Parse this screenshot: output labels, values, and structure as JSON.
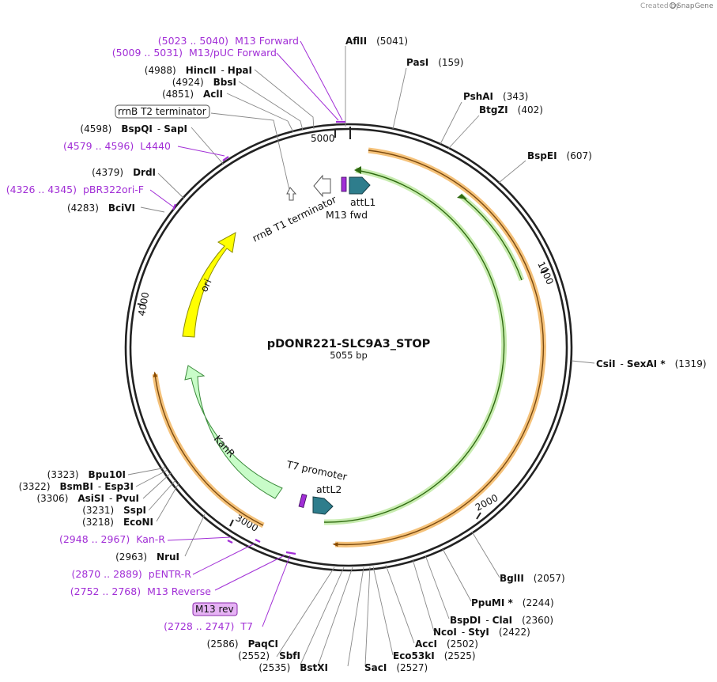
{
  "credit": {
    "created_by": "Created by",
    "brand": "SnapGene"
  },
  "plasmid": {
    "name": "pDONR221-SLC9A3_STOP",
    "size": "5055 bp"
  },
  "ticks": [
    "1000",
    "2000",
    "3000",
    "4000",
    "5000"
  ],
  "sites": [
    {
      "pos": "(5041)",
      "names": [
        "AflII"
      ]
    },
    {
      "pos": "(159)",
      "names": [
        "PasI"
      ]
    },
    {
      "pos": "(343)",
      "names": [
        "PshAI"
      ]
    },
    {
      "pos": "(402)",
      "names": [
        "BtgZI"
      ]
    },
    {
      "pos": "(607)",
      "names": [
        "BspEI"
      ]
    },
    {
      "pos": "(1319)",
      "names": [
        "CsiI",
        "SexAI *"
      ]
    },
    {
      "pos": "(2057)",
      "names": [
        "BglII"
      ]
    },
    {
      "pos": "(2244)",
      "names": [
        "PpuMI *"
      ]
    },
    {
      "pos": "(2360)",
      "names": [
        "BspDI",
        "ClaI"
      ]
    },
    {
      "pos": "(2422)",
      "names": [
        "NcoI",
        "StyI"
      ]
    },
    {
      "pos": "(2502)",
      "names": [
        "AccI"
      ]
    },
    {
      "pos": "(2525)",
      "names": [
        "Eco53kI"
      ]
    },
    {
      "pos": "(2527)",
      "names": [
        "SacI"
      ]
    },
    {
      "pos": "(2535)",
      "names": [
        "BstXI"
      ]
    },
    {
      "pos": "(2552)",
      "names": [
        "SbfI"
      ]
    },
    {
      "pos": "(2586)",
      "names": [
        "PaqCI"
      ]
    },
    {
      "pos": "(2963)",
      "names": [
        "NruI"
      ]
    },
    {
      "pos": "(3218)",
      "names": [
        "EcoNI"
      ]
    },
    {
      "pos": "(3231)",
      "names": [
        "SspI"
      ]
    },
    {
      "pos": "(3306)",
      "names": [
        "AsiSI",
        "PvuI"
      ]
    },
    {
      "pos": "(3322)",
      "names": [
        "BsmBI",
        "Esp3I"
      ]
    },
    {
      "pos": "(3323)",
      "names": [
        "Bpu10I"
      ]
    },
    {
      "pos": "(4283)",
      "names": [
        "BciVI"
      ]
    },
    {
      "pos": "(4379)",
      "names": [
        "DrdI"
      ]
    },
    {
      "pos": "(4598)",
      "names": [
        "BspQI",
        "SapI"
      ]
    },
    {
      "pos": "(4851)",
      "names": [
        "AclI"
      ]
    },
    {
      "pos": "(4924)",
      "names": [
        "BbsI"
      ]
    },
    {
      "pos": "(4988)",
      "names": [
        "HincII",
        "HpaI"
      ]
    }
  ],
  "primers": [
    {
      "range": "(5023 .. 5040)",
      "name": "M13 Forward"
    },
    {
      "range": "(5009 .. 5031)",
      "name": "M13/pUC Forward"
    },
    {
      "range": "(4579 .. 4596)",
      "name": "L4440"
    },
    {
      "range": "(4326 .. 4345)",
      "name": "pBR322ori-F"
    },
    {
      "range": "(2948 .. 2967)",
      "name": "Kan-R"
    },
    {
      "range": "(2870 .. 2889)",
      "name": "pENTR-R"
    },
    {
      "range": "(2752 .. 2768)",
      "name": "M13 Reverse"
    },
    {
      "range": "(2728 .. 2747)",
      "name": "T7"
    }
  ],
  "boxed_labels": {
    "rrnb_t2": "rrnB T2 terminator",
    "m13_rev": "M13 rev"
  },
  "features": {
    "rrnb_t1": "rrnB T1 terminator",
    "attl1": "attL1",
    "m13_fwd": "M13 fwd",
    "ori": "ori",
    "kanr": "KanR",
    "t7_promoter": "T7 promoter",
    "attl2": "attL2"
  },
  "colors": {
    "ori": "#ffff00",
    "kanr": "#c8fcc8",
    "att": "#2e7d8c",
    "primer": "#a12ed6",
    "orange_feature": "#f5a623",
    "green_feature": "#5aa02c",
    "backbone": "#222222"
  }
}
